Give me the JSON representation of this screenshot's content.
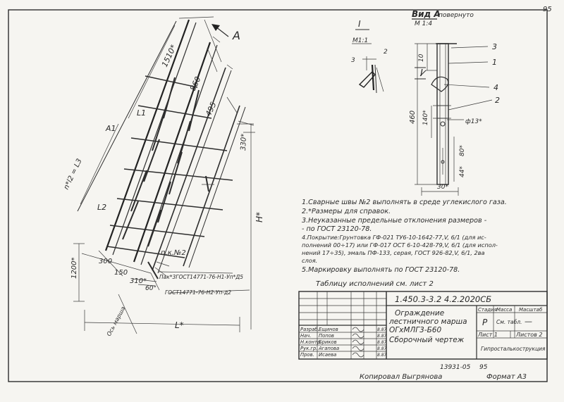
{
  "page_number": "95",
  "view_a": {
    "title": "Вид А",
    "note": "повернуто",
    "scale": "М 1:4"
  },
  "section_i": {
    "mark": "I",
    "scale": "М1:1",
    "callout": "I"
  },
  "arrow_a_label": "A",
  "view_dims": [
    "10",
    "140*",
    "80*",
    "44*",
    "460",
    "30*"
  ],
  "diameter_label": "ф13*",
  "pos_numbers": [
    "3",
    "1",
    "4",
    "2"
  ],
  "section_dims": [
    "2",
    "3"
  ],
  "main_dims": {
    "d1510": "1510*",
    "d860": "860",
    "d495": "495",
    "d330": "330*",
    "a1": "A1",
    "l1": "L1",
    "l2": "L2",
    "nxl2": "n*l2 = L3",
    "h": "H*",
    "d1200": "1200*",
    "d300": "300",
    "d150": "150",
    "d310": "310*",
    "angle": "60°",
    "l": "L*"
  },
  "main_labels": {
    "weld2": "п.к.№2",
    "gost_a": "Пак*3ГОСТ14771-76-Н1-Уп*Д5",
    "gost_b": "ГОСТ14771-76-Н2-Уп-д2",
    "axis": "Ось марша"
  },
  "notes": [
    "1.Сварные швы №2 выполнять в среде углекислого газа.",
    "2.*Размеры для справок.",
    "3.Неуказанные предельные отклонения размеров -",
    "   - по ГОСТ 23120-78.",
    "4.Покрытие:Грунтовка ГФ-021 ТУ6-10-1642-77,V, 6/1 (для ис-",
    "   полнений 00÷17) или ГФ-017 ОСТ 6-10-428-79,V, 6/1 (для испол-",
    "   нений 17÷35), эмаль ПФ-133, серая, ГОСТ 926-82,V, 6/1, 2ва",
    "   слоя.",
    "5.Маркировку выполнять по ГОСТ 23120-78."
  ],
  "table_caption": "Таблицу исполнений см. лист 2",
  "title_block": {
    "designation": "1.450.3-3.2 4.2.2020СБ",
    "name_lines": [
      "Ограждение",
      "лестничного марша",
      "ОГхМЛГ3-Б60",
      "Сборочный чертеж"
    ],
    "col_heads": [
      "Стадия",
      "Масса",
      "Масштаб"
    ],
    "stage": "Р",
    "mass": "См. табл.",
    "scale": "—",
    "sheet": "Лист 1",
    "sheets": "Листов 2",
    "org": "Гипросталькострукция",
    "roles": [
      "Нач.",
      "Н.контр.",
      "Рук.гр.",
      "Пров.",
      "Разраб."
    ],
    "names": [
      "Ещинов",
      "Попов",
      "Бриков",
      "Агапова",
      "Исаева"
    ],
    "dates": [
      "8.87",
      "8.87",
      "8.87",
      "8.87",
      "8.87"
    ]
  },
  "footer": {
    "archive": "13931-05",
    "archive_page": "95",
    "copied": "Копировал Выгрянова",
    "format": "Формат А3"
  }
}
